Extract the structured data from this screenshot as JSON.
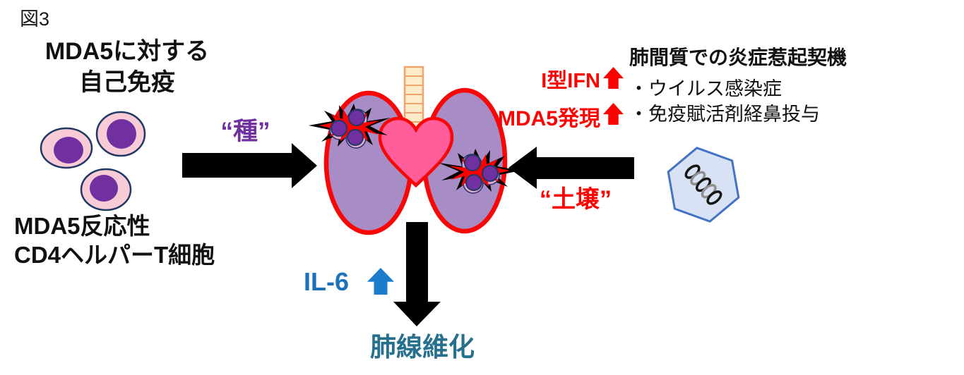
{
  "figure_label": "図3",
  "left_panel": {
    "autoimmunity_title": [
      "MDA5に対する",
      "自己免疫"
    ],
    "tcell_caption": [
      "MDA5反応性",
      "CD4ヘルパーT細胞"
    ]
  },
  "center": {
    "seed_label": "“種”",
    "il6_label": "IL-6",
    "fibrosis_label": "肺線維化"
  },
  "right_panel": {
    "type1_ifn_label": "I型IFN",
    "mda5_expression_label": "MDA5発現",
    "trigger_heading": "肺間質での炎症惹起契機",
    "trigger_bullets": [
      "・ウイルス感染症",
      "・免疫賦活剤経鼻投与"
    ],
    "soil_label": "“土壌”"
  },
  "icons": {
    "t-cell-cluster": "three-ovoid-immune-cells",
    "lungs": "purple-lungs-red-outline",
    "heart": "pink-heart",
    "trachea": "ringed-windpipe",
    "inflammation-burst": "red-black-starburst-with-cells",
    "virus-particle": "hexagon-with-rna-helix",
    "up-arrow": "⬆",
    "right-arrow": "➡",
    "left-arrow": "⬅",
    "down-arrow": "⬇"
  },
  "colors": {
    "red_accent": "#FF0000",
    "seed_purple": "#7030A0",
    "il6_blue": "#1B72B8",
    "il6_arrow_blue": "#1B7CCB",
    "fibrosis_teal": "#26708E",
    "arrow_black": "#000000",
    "lung_fill": "#A78CC5",
    "lung_outline": "#F90606",
    "heart_fill": "#FF5E9A",
    "trachea_fill": "#FDEBC9",
    "trachea_outline": "#EFA66E",
    "cell_body_pink": "#F9CBD7",
    "cell_nucleus_purple": "#7030A0",
    "cell_outline_navy": "#1F3864",
    "burst_cell_body": "#DDA9CB",
    "virus_fill": "#D9E2F4",
    "virus_outline": "#4472C4"
  }
}
